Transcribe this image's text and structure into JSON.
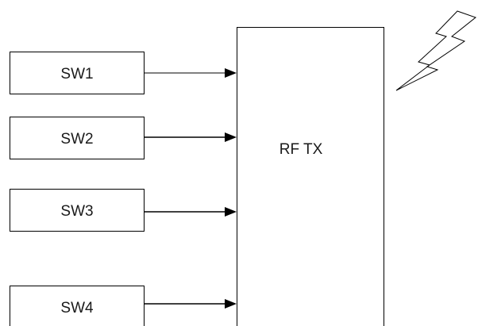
{
  "blocks": {
    "switches": [
      {
        "id": "sw1",
        "label": "SW1"
      },
      {
        "id": "sw2",
        "label": "SW2"
      },
      {
        "id": "sw3",
        "label": "SW3"
      },
      {
        "id": "sw4",
        "label": "SW4"
      }
    ],
    "transmitter": {
      "label": "RF TX"
    }
  },
  "symbols": {
    "wireless": {
      "icon": "lightning-bolt-icon"
    }
  }
}
